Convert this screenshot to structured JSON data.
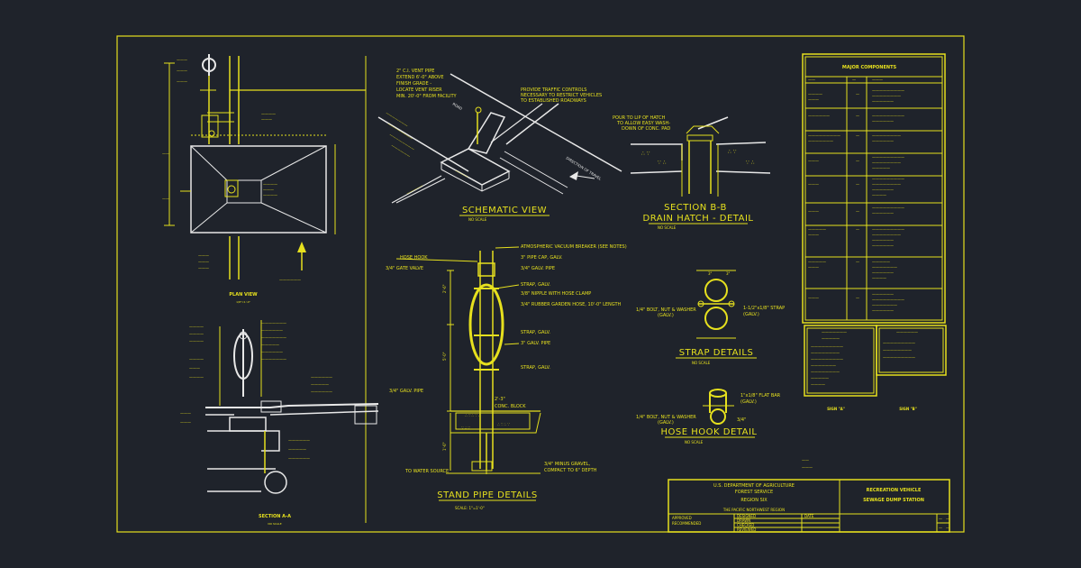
{
  "schematic": {
    "title": "SCHEMATIC VIEW",
    "scale": "NO SCALE",
    "vent_note": [
      "2\" C.I. VENT PIPE",
      "EXTEND 6'-0\" ABOVE",
      "FINISH GRADE -",
      "LOCATE VENT RISER",
      "MIN. 20'-0\" FROM FACILITY"
    ],
    "traffic_note": [
      "PROVIDE TRAFFIC CONTROLS",
      "NECESSARY TO RESTRICT VEHICLES",
      "TO ESTABLISHED ROADWAYS"
    ],
    "road_label": "ROAD",
    "direction_label": "DIRECTION OF TRAVEL"
  },
  "section_b": {
    "title": "SECTION B-B",
    "subtitle": "DRAIN HATCH - DETAIL",
    "scale": "NO SCALE",
    "note": [
      "POUR TO LIP OF HATCH",
      "TO ALLOW EASY WASH-",
      "DOWN OF CONC. PAD"
    ]
  },
  "standpipe": {
    "title": "STAND PIPE DETAILS",
    "scale": "SCALE: 1\"=1'-0\"",
    "right_callouts": [
      "ATMOSPHERIC VACUUM BREAKER (SEE NOTES)",
      "3\" PIPE CAP, GALV.",
      "3/4\" GALV. PIPE",
      "STRAP, GALV.",
      "3/8\" NIPPLE WITH HOSE CLAMP",
      "3/4\" RUBBER GARDEN HOSE, 10'-0\" LENGTH",
      "STRAP, GALV.",
      "3\" GALV. PIPE",
      "STRAP, GALV."
    ],
    "left_callouts": [
      "HOSE HOOK",
      "3/4\" GATE VALVE",
      "3/4\" GALV. PIPE"
    ],
    "block_dim": "2'-3\"",
    "block_label": "CONC. BLOCK",
    "dim_top": "2'-6\"",
    "dim_mid": "5'-0\"",
    "dim_bot": "1'-6\"",
    "water_source": "TO WATER SOURCE",
    "gravel_note": [
      "3/4\" MINUS GRAVEL,",
      "COMPACT TO 6\" DEPTH"
    ]
  },
  "strap": {
    "title": "STRAP DETAILS",
    "scale": "NO SCALE",
    "left_note": [
      "1/4\" BOLT, NUT & WASHER",
      "(GALV.)"
    ],
    "right_note": [
      "1-1/2\"x1/8\" STRAP",
      "(GALV.)"
    ]
  },
  "hosehook": {
    "title": "HOSE HOOK DETAIL",
    "scale": "NO SCALE",
    "left_note": [
      "1/4\" BOLT, NUT & WASHER",
      "(GALV.)"
    ],
    "right_note": [
      "1\"x1/8\" FLAT BAR",
      "(GALV.)"
    ],
    "dim": "3/4\""
  },
  "plan": {
    "title": "PLAN VIEW",
    "scale": "1/8\"=1'-0\""
  },
  "section_a": {
    "title": "SECTION A-A",
    "scale": "NO SCALE"
  },
  "components": {
    "title": "MAJOR COMPONENTS"
  },
  "signs": {
    "a": "SIGN \"A\"",
    "b": "SIGN \"B\""
  },
  "titleblock": {
    "agency": [
      "U.S. DEPARTMENT OF AGRICULTURE",
      "FOREST SERVICE",
      "REGION SIX"
    ],
    "region": "THE PACIFIC NORTHWEST REGION",
    "approved": "APPROVED",
    "recommended": "RECOMMENDED",
    "project": [
      "RECREATION VEHICLE",
      "SEWAGE DUMP STATION"
    ],
    "rows": [
      "DESIGNED",
      "DRAWN",
      "CHECKED",
      "REVIEWED"
    ],
    "date": "DATE"
  },
  "colors": {
    "background": "#1f232b",
    "linework": "#e6e01e",
    "white_linework": "#e8e8e8"
  }
}
